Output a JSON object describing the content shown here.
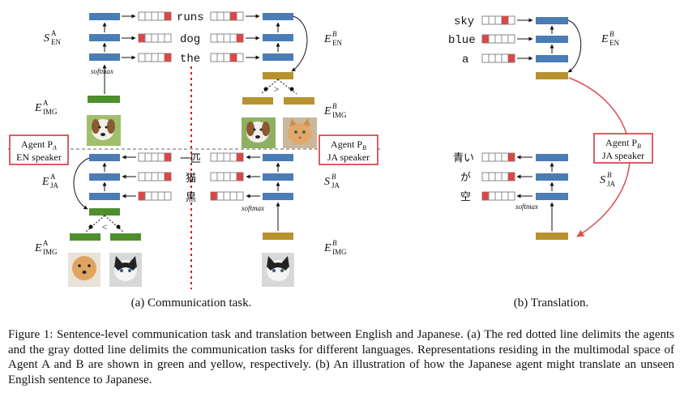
{
  "labels": {
    "s_en": "S",
    "s_en_sup": "A",
    "s_en_sub": "EN",
    "e_en_left": "E",
    "e_en_left_sup": "B",
    "e_en_left_sub": "EN",
    "e_img_a_top": "E",
    "e_img_a_top_sup": "A",
    "e_img_a_top_sub": "IMG",
    "e_img_b_top": "E",
    "e_img_b_top_sup": "B",
    "e_img_b_top_sub": "IMG",
    "e_ja_a": "E",
    "e_ja_a_sup": "A",
    "e_ja_a_sub": "JA",
    "s_ja_b": "S",
    "s_ja_b_sup": "B",
    "s_ja_b_sub": "JA",
    "e_img_a_bot": "E",
    "e_img_a_bot_sup": "A",
    "e_img_a_bot_sub": "IMG",
    "e_img_b_bot": "E",
    "e_img_b_bot_sup": "B",
    "e_img_b_bot_sub": "IMG",
    "e_en_right": "E",
    "e_en_right_sup": "B",
    "e_en_right_sub": "EN",
    "s_ja_right": "S",
    "s_ja_right_sup": "B",
    "s_ja_right_sub": "JA"
  },
  "words": {
    "en_left": [
      "runs",
      "dog",
      "the"
    ],
    "ja_mid": [
      "一匹",
      "猫",
      "黒"
    ],
    "en_right": [
      "sky",
      "blue",
      "a"
    ],
    "ja_right": [
      "青い",
      "が",
      "空"
    ]
  },
  "softmax": "softmax",
  "agent_a": {
    "line1": "Agent P",
    "sub": "A",
    "line2": "EN speaker"
  },
  "agent_b": {
    "line1": "Agent P",
    "sub": "B",
    "line2": "JA speaker"
  },
  "agent_b_right": {
    "line1": "Agent P",
    "sub": "B",
    "line2": "JA speaker"
  },
  "compare_gt": ">",
  "compare_lt": "<",
  "subcaptions": {
    "a": "(a) Communication task.",
    "b": "(b) Translation."
  },
  "caption": "Figure 1: Sentence-level communication task and translation between English and Japanese. (a) The red dotted line delimits the agents and the gray dotted line delimits the communication tasks for different languages. Representations residing in the multimodal space of Agent A and B are shown in green and yellow, respectively. (b) An illustration of how the Japanese agent might translate an unseen English sentence to Japanese.",
  "colors": {
    "rnn_blue": "#4a7cb5",
    "agent_a_green": "#4d8f2d",
    "agent_b_yellow": "#b8922e",
    "onehot_red": "#d94848",
    "divider_red": "#cc2222",
    "divider_gray": "#999999",
    "agent_box_red": "#cc2b2b"
  },
  "images": {
    "dog": "dog-photo",
    "cat_orange": "orange-cat-photo",
    "pomeranian": "pomeranian-photo",
    "cat_bw": "black-white-cat-photo"
  }
}
